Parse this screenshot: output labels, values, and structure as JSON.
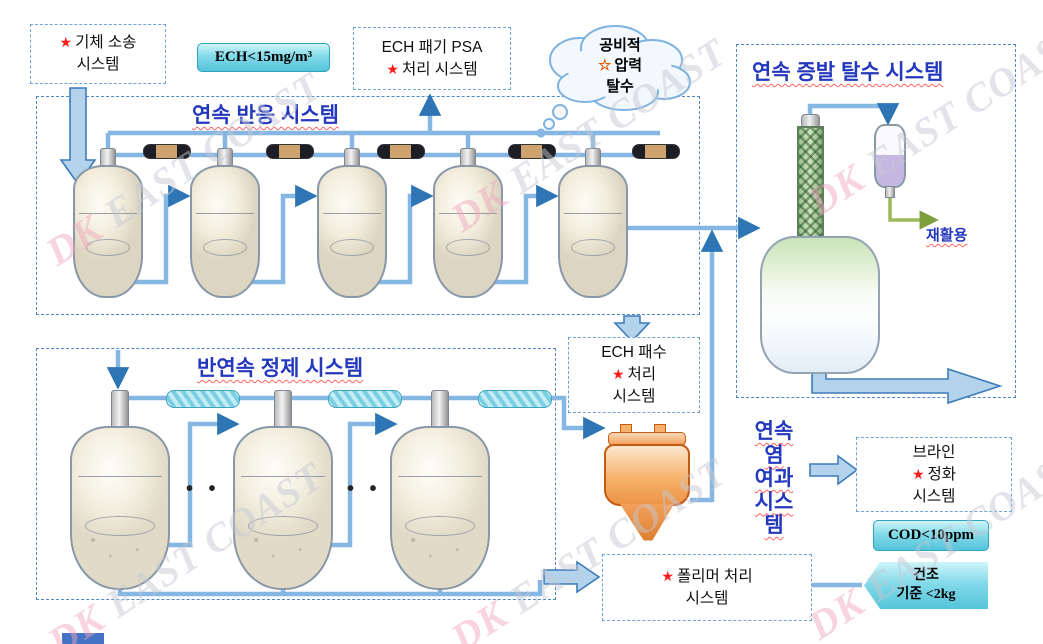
{
  "watermark": {
    "dk": "DK",
    "text": "EAST COAST"
  },
  "icons": {
    "star": "★",
    "star_outline": "☆"
  },
  "titles": {
    "reaction": "연속 반응 시스템",
    "purification": "반연속 정제 시스템",
    "evaporation": "연속 증발 탈수 시스템",
    "salt_filtration": "연속\n염\n여과\n시스\n템"
  },
  "callouts": {
    "gas": {
      "line1": "기체 소송",
      "line2": "시스템"
    },
    "ech_air_limit": "ECH<15mg/m³",
    "psa": {
      "line1": "ECH 패기 PSA",
      "line2": "처리 시스템"
    },
    "cloud": {
      "line1": "공비적",
      "line2": "압력",
      "line3": "탈수"
    },
    "waste": {
      "line1": "ECH 패수",
      "line2": "처리",
      "line3": "시스템"
    },
    "brine": {
      "line1": "브라인",
      "line2": "정화",
      "line3": "시스템"
    },
    "cod": "COD<10ppm",
    "polymer": {
      "line1": "폴리머 처리",
      "line2": "시스템"
    },
    "dry": {
      "line1": "건조",
      "line2": "기준 <2kg"
    },
    "recycle": "재활용",
    "ellipsis": "• •"
  }
}
